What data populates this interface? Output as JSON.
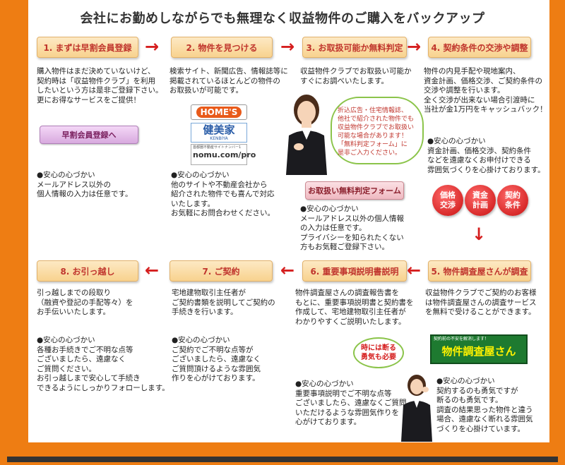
{
  "title": "会社にお勤めしながらでも無理なく収益物件のご購入をバックアップ",
  "steps": {
    "s1": "1. まずは早割会員登録",
    "s2": "2. 物件を見つける",
    "s3": "3. お取扱可能か無料判定",
    "s4": "4. 契約条件の交渉や調整",
    "s5": "5. 物件調査屋さんが調査",
    "s6": "6. 重要事項説明書説明",
    "s7": "7. ご契約",
    "s8": "8. お引っ越し"
  },
  "arrow_right": "→",
  "arrow_left": "←",
  "arrow_down": "↓",
  "texts": {
    "s1_desc": "購入物件はまだ決めていないけど、\n契約時は「収益物件クラブ」を利用\nしたいという方は是非ご登録下さい。\n更にお得なサービスをご提供！",
    "s1_note": "●安心の心づかい\nメールアドレス以外の\n個人情報の入力は任意です。",
    "s2_desc": "検索サイト、新聞広告、情報誌等に\n掲載されているほとんどの物件の\nお取扱いが可能です。",
    "s2_note": "●安心の心づかい\n他のサイトや不動産会社から\n紹介された物件でも喜んで対応\nいたします。\nお気軽にお問合わせください。",
    "s3_desc": "収益物件クラブでお取扱い可能か\nすぐにお調べいたします。",
    "s3_note": "●安心の心づかい\nメールアドレス以外の個人情報\nの入力は任意です。\nプライバシーを知られたくない\n方もお気軽ご登録下さい。",
    "s4_desc": "物件の内見手配や現地案内、\n資金計画、価格交渉、ご契約条件の\n交渉や調整を行います。\n全く交渉が出来ない場合引渡時に\n当社が金1万円をキャッシュバック！",
    "s4_note": "●安心の心づかい\n資金計画、価格交渉、契約条件\nなどを遠慮なくお申付けできる\n雰囲気づくりを心掛けております。",
    "s5_desc": "収益物件クラブでご契約のお客様\nは物件調査屋さんの調査サービス\nを無料で受けることができます。",
    "s5_note": "●安心の心づかい\n契約するのも勇気ですが\n断るのも勇気です。\n調査の結果思った物件と違う\n場合、遠慮なく断れる雰囲気\nづくりを心掛けています。",
    "s6_desc": "物件調査屋さんの調査報告書を\nもとに、重要事項説明書と契約書を\n作成して、宅地建物取引主任者が\nわかりやすくご説明いたします。",
    "s6_note": "●安心の心づかい\n重要事項説明でご不明な点等\nございましたら、遠慮なくご質問\nいただけるような雰囲気作りを\n心がけております。",
    "s7_desc": "宅地建物取引主任者が\nご契約書類を説明してご契約の\n手続きを行います。",
    "s7_note": "●安心の心づかい\nご契約でご不明な点等が\nございましたら、遠慮なく\nご質問頂けるような雰囲気\n作りを心がけております。",
    "s8_desc": "引っ越しまでの段取り\n（融資や登記の手配等々）を\nお手伝いいたします。",
    "s8_note": "●安心の心づかい\n各種お手続きでご不明な点等\nございましたら、遠慮なく\nご質問ください。\nお引っ越しまで安心して手続き\nできるようにしっかりフォローします。"
  },
  "buttons": {
    "early_register": "早割会員登録へ",
    "free_judge_form": "お取扱い無料判定フォーム"
  },
  "bubble_text": "折込広告・住宅情報誌、\n他社で紹介された物件でも\n収益物件クラブでお取扱い\n可能な場合があります！\n「無料判定フォーム」に\n是非ご入力ください。",
  "bubble2_text": "時には断る\n勇気も必要",
  "circles": [
    "価格\n交渉",
    "資金\n計画",
    "契約\n条件"
  ],
  "logos": {
    "homes": "HOME'S",
    "kenbiya": "健美家",
    "kenbiya_sub": "KENBIYA",
    "nomu_caption": "首都圏不動産サイトナンバー1",
    "nomu": "nomu.com/pro",
    "chosa_caption": "契約前の不安を解消します！",
    "chosa_main": "物件調査屋さん"
  }
}
